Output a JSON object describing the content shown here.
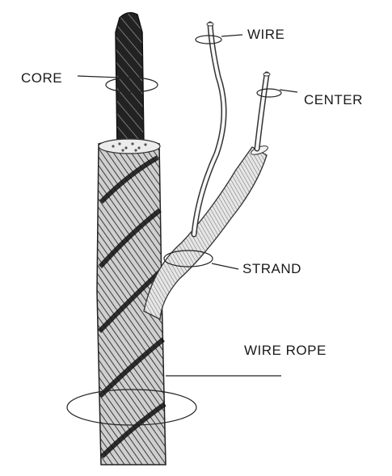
{
  "labels": {
    "core": "CORE",
    "wire": "WIRE",
    "center": "CENTER",
    "strand": "STRAND",
    "wire_rope": "WIRE ROPE"
  },
  "colors": {
    "ink": "#1a1a1a",
    "background": "#ffffff"
  }
}
